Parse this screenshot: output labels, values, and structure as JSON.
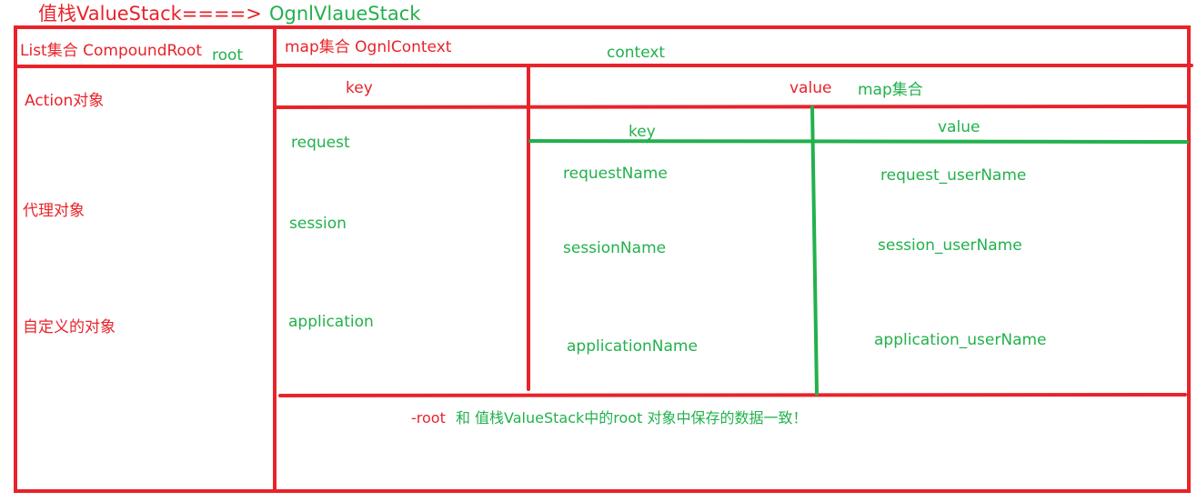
{
  "title": {
    "left": "值栈ValueStack====>",
    "right": "OgnlVlaueStack"
  },
  "root_panel": {
    "header": "List集合 CompoundRoot",
    "header_tag": "root",
    "items": [
      "Action对象",
      "代理对象",
      "自定义的对象"
    ]
  },
  "context_panel": {
    "header": "map集合  OgnlContext",
    "header_tag": "context",
    "col_key": "key",
    "col_value": "value",
    "col_value_tag": "map集合",
    "keys": [
      "request",
      "session",
      "application"
    ],
    "inner_map": {
      "col_key": "key",
      "col_value": "value",
      "rows": [
        {
          "key": "requestName",
          "value": "request_userName"
        },
        {
          "key": "sessionName",
          "value": "session_userName"
        },
        {
          "key": "applicationName",
          "value": "application_userName"
        }
      ]
    },
    "note_red": "-root",
    "note_green": "和 值栈ValueStack中的root 对象中保存的数据一致！"
  },
  "colors": {
    "red": "#e8232a",
    "green": "#22b14c"
  }
}
